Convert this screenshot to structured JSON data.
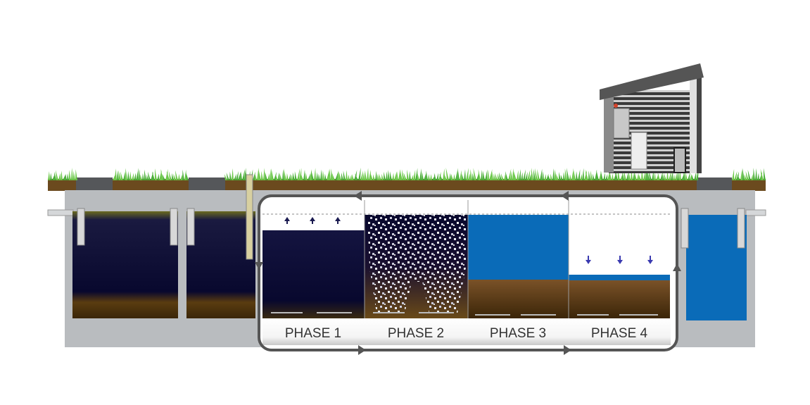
{
  "diagram": {
    "type": "sequencing batch reactor wastewater treatment cross-section",
    "phases": [
      {
        "label": "PHASE 1"
      },
      {
        "label": "PHASE 2"
      },
      {
        "label": "PHASE 3"
      },
      {
        "label": "PHASE 4"
      }
    ],
    "colors": {
      "grass": "#4caf3a",
      "soil": "#6b4a1e",
      "concrete": "#b9bcbf",
      "wastewater_dark": "#0a0a3a",
      "sludge": "#5a3a14",
      "clear_water": "#0a6bb8",
      "frame": "#555555"
    }
  }
}
